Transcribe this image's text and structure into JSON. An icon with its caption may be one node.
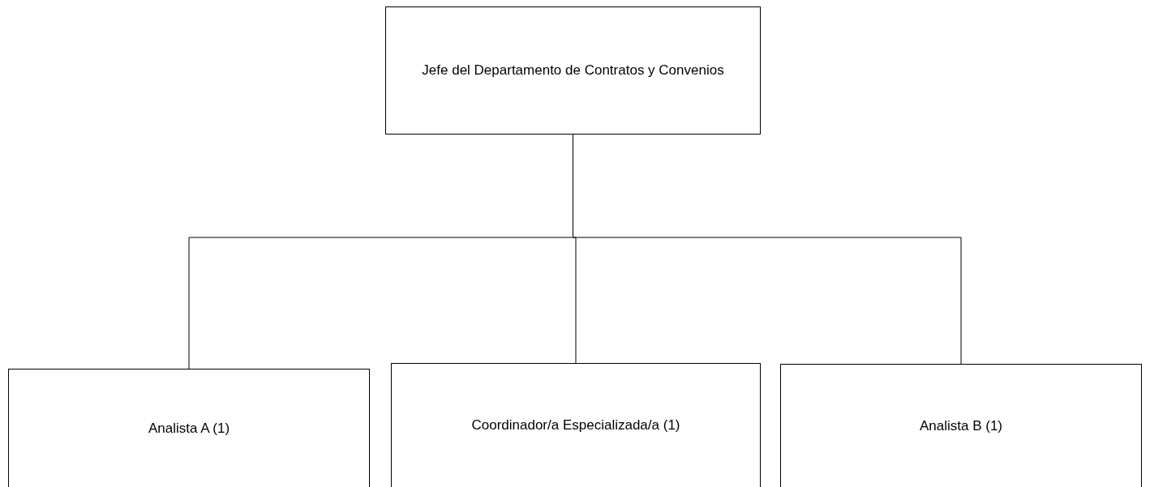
{
  "diagram": {
    "nodes": [
      {
        "text": [
          "Jefe del Departamento de Contratos y Convenios"
        ]
      },
      {
        "text": [
          "Analista A (1)"
        ]
      },
      {
        "text": [
          "Coordinador/a Especializada/a (1)"
        ]
      },
      {
        "text": [
          "Analista B (1)"
        ]
      }
    ],
    "edges": [
      {
        "from": 0,
        "to": 1,
        "arrow": "none"
      },
      {
        "from": 0,
        "to": 2,
        "arrow": "none"
      },
      {
        "from": 0,
        "to": 3,
        "arrow": "none"
      }
    ]
  }
}
